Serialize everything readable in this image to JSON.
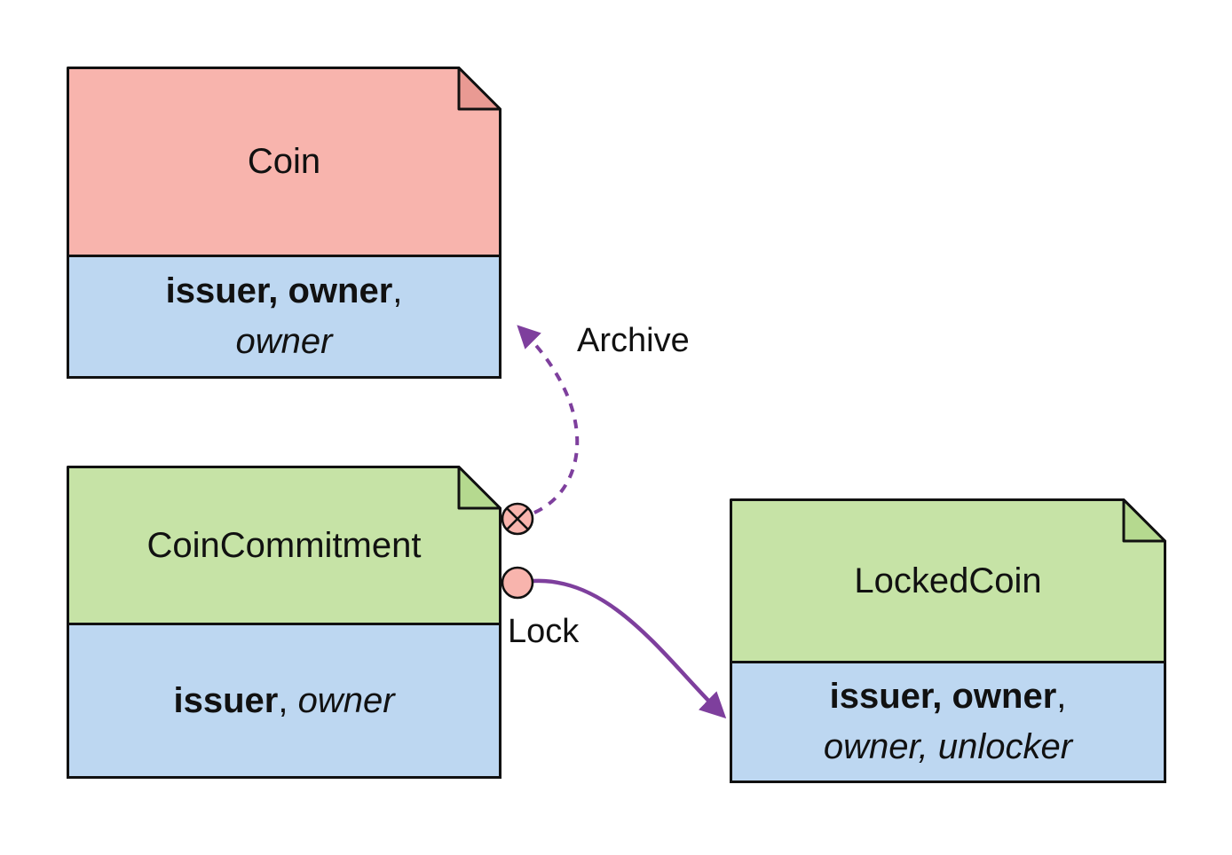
{
  "diagram": {
    "kind": "state-evolution-diagram"
  },
  "boxes": {
    "coin": {
      "title": "Coin",
      "line1_bold": "issuer, owner",
      "line1_sep": ",",
      "line2_italic": "owner"
    },
    "coinCommitment": {
      "title": "CoinCommitment",
      "line1_bold": "issuer",
      "line1_sep": ", ",
      "line1_italic": "owner"
    },
    "lockedCoin": {
      "title": "LockedCoin",
      "line1_bold": "issuer, owner",
      "line1_sep": ",",
      "line2_italic": "owner, unlocker"
    }
  },
  "arrows": {
    "archive": {
      "label": "Archive",
      "style": "dashed"
    },
    "lock": {
      "label": "Lock",
      "style": "solid"
    }
  },
  "colors": {
    "coin_header": "#f8b4ad",
    "coin_fold": "#e99a93",
    "green_header": "#c6e3a6",
    "green_fold": "#b5d98f",
    "body_blue": "#bdd7f1",
    "arrow_purple": "#7e3f9d",
    "line_black": "#111111"
  }
}
